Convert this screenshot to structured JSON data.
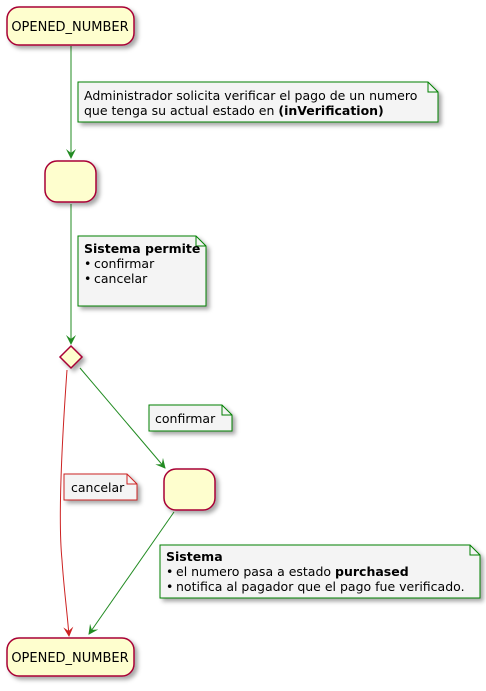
{
  "colors": {
    "state_fill": "#FEFECE",
    "state_stroke": "#A80036",
    "note_fill": "#F4F4F4",
    "note_stroke": "#008000",
    "arrow_green": "#228B22",
    "arrow_red": "#CC2222"
  },
  "states": {
    "start": {
      "label": "OPENED_NUMBER"
    },
    "end": {
      "label": "OPENED_NUMBER"
    }
  },
  "notes": {
    "admin": {
      "line1": "Administrador solicita verificar el pago de un numero",
      "line2_prefix": "que tenga su actual estado en ",
      "line2_bold": "(inVerification)"
    },
    "sistema_permite": {
      "title": "Sistema permite",
      "bullet": "•",
      "items": [
        "confirmar",
        "cancelar"
      ]
    },
    "confirmar": {
      "label": "confirmar"
    },
    "cancelar": {
      "label": "cancelar"
    },
    "sistema_purchased": {
      "title": "Sistema",
      "bullet": "•",
      "item1_prefix": "el numero pasa a estado ",
      "item1_bold": "purchased",
      "item2": "notifica al pagador que el pago fue verificado."
    }
  }
}
